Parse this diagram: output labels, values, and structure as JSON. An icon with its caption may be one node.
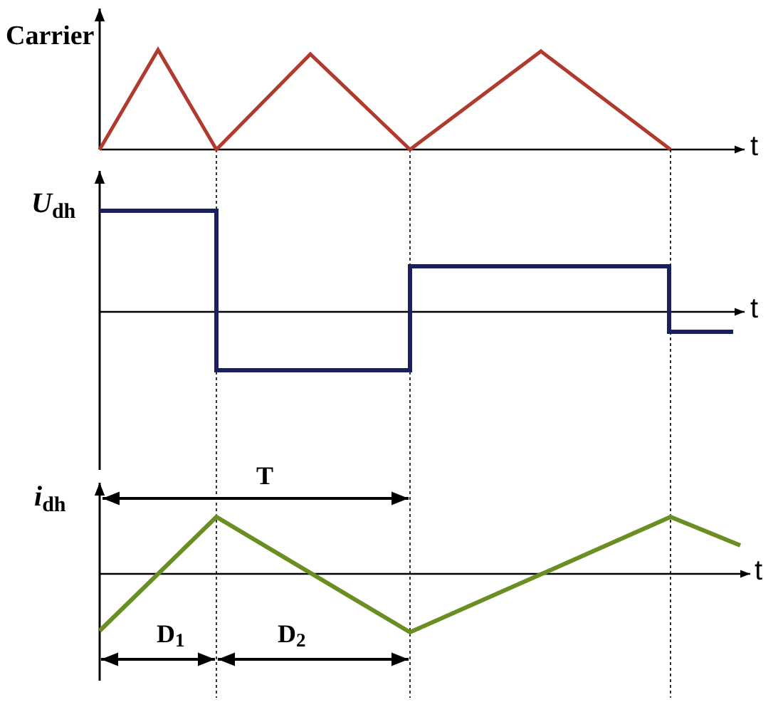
{
  "diagram": {
    "labels": [
      "Carrier",
      "t",
      "*U*$_{dh}$",
      "t",
      "T",
      "*i*$_{dh}$",
      "t",
      "D$_{1}$",
      "D$_{2}$"
    ]
  }
}
